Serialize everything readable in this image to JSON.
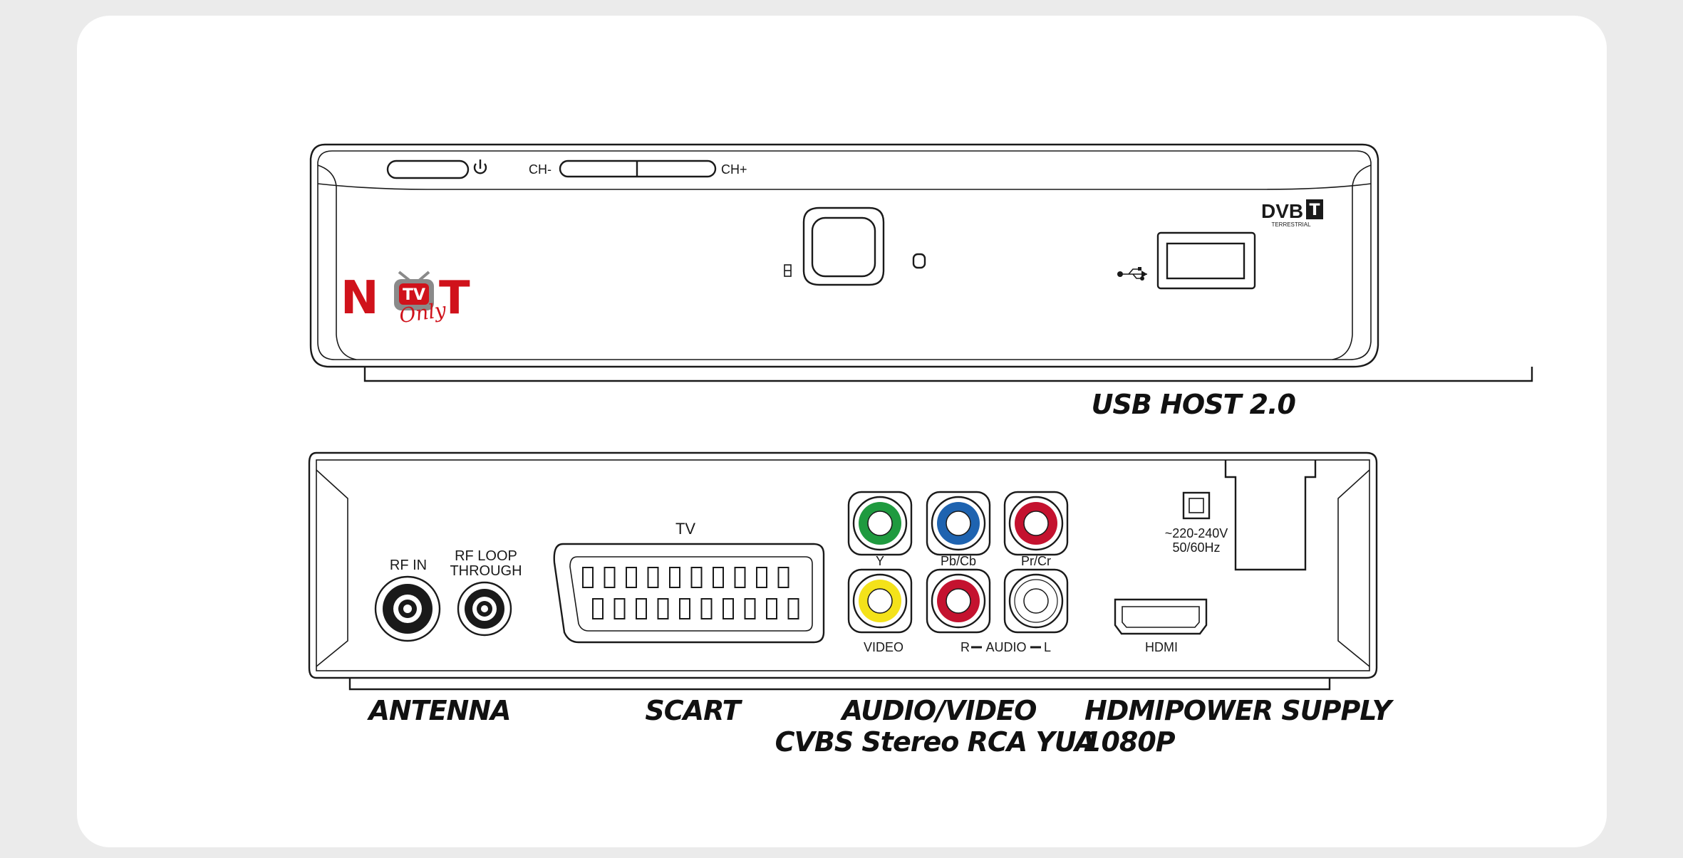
{
  "front_panel": {
    "channel_down": "CH-",
    "channel_up": "CH+",
    "dvb_logo": "DVB",
    "dvb_logo_letter": "T",
    "dvb_subtitle": "TERRESTRIAL",
    "brand_letters_left": "N",
    "brand_tv_badge": "TV",
    "brand_letters_right": "T",
    "brand_script": "Only"
  },
  "back_panel": {
    "rf_in": "RF  IN",
    "rf_loop_line1": "RF  LOOP",
    "rf_loop_line2": "THROUGH",
    "scart_label": "TV",
    "component_y": "Y",
    "component_pb": "Pb/Cb",
    "component_pr": "Pr/Cr",
    "video_label": "VIDEO",
    "audio_r": "R",
    "audio_label": "AUDIO",
    "audio_l": "L",
    "power_voltage": "~220-240V",
    "power_freq": "50/60Hz",
    "hdmi_label": "HDMI"
  },
  "captions": {
    "usb_host": "USB HOST 2.0",
    "antenna": "ANTENNA",
    "scart": "SCART",
    "audio_video_line1": "AUDIO/VIDEO",
    "audio_video_line2": "CVBS Stereo RCA YUA",
    "hdmi_line1": "HDMI",
    "hdmi_line2": "1080P",
    "power_supply": "POWER SUPPLY"
  },
  "colors": {
    "card": "#ffffff",
    "background": "#ebebeb",
    "rca_green": "#1f9a3f",
    "rca_blue": "#1e63b0",
    "rca_red": "#c4122f",
    "rca_yellow": "#f4e21a",
    "rca_white": "#ffffff",
    "brand_red": "#d0121b",
    "brand_grey": "#8a8a8a"
  },
  "icons": [
    "power-icon",
    "usb-icon",
    "ir-icon",
    "led-indicator",
    "dvb-t-logo",
    "brand-logo"
  ]
}
